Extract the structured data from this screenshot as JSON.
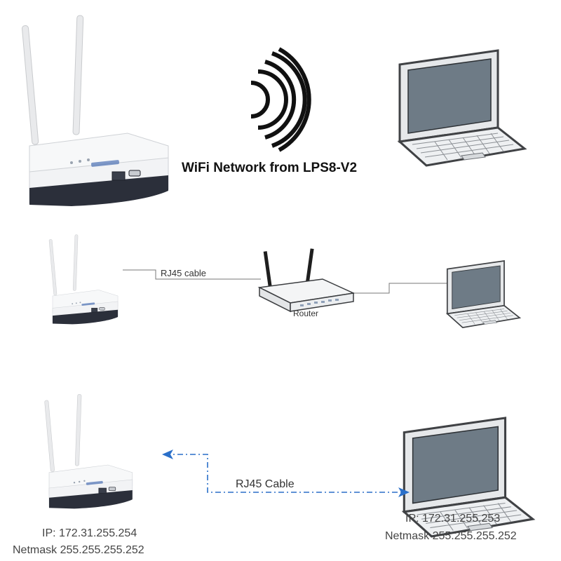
{
  "scene1": {
    "caption": "WiFi Network from LPS8-V2"
  },
  "scene2": {
    "cable_label": "RJ45 cable",
    "router_label": "Router"
  },
  "scene3": {
    "cable_label": "RJ45 Cable",
    "gateway": {
      "ip": "IP: 172.31.255.254",
      "netmask": "Netmask 255.255.255.252"
    },
    "laptop": {
      "ip": "IP: 172.31.255.253",
      "netmask": "Netmask 255.255.255.252"
    }
  },
  "colors": {
    "dashed_link": "#2a6fc9",
    "gateway_body": "#f4f5f7",
    "gateway_base": "#2b2f3a"
  }
}
